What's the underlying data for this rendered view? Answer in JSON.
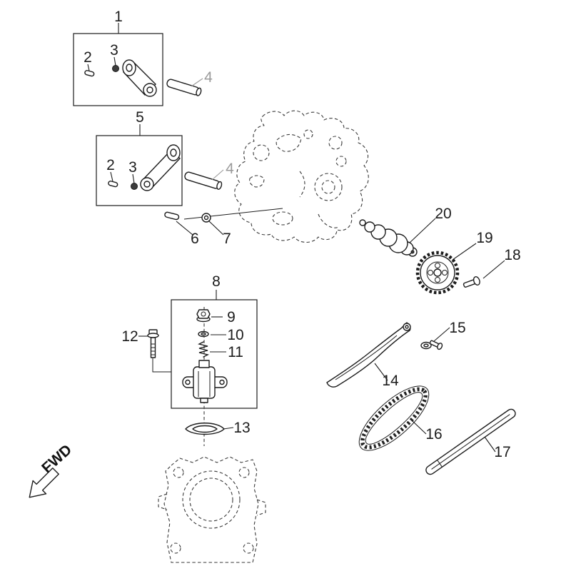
{
  "diagram": {
    "orientation_label": "FWD",
    "callouts": {
      "n1": "1",
      "n2": "2",
      "n3": "3",
      "n4": "4",
      "n5": "5",
      "n6": "6",
      "n7": "7",
      "n8": "8",
      "n9": "9",
      "n10": "10",
      "n11": "11",
      "n12": "12",
      "n13": "13",
      "n14": "14",
      "n15": "15",
      "n16": "16",
      "n17": "17",
      "n18": "18",
      "n19": "19",
      "n20": "20"
    },
    "colors": {
      "ink": "#1c1c1c",
      "muted_callout": "#9a9a9a",
      "background": "#ffffff"
    }
  }
}
